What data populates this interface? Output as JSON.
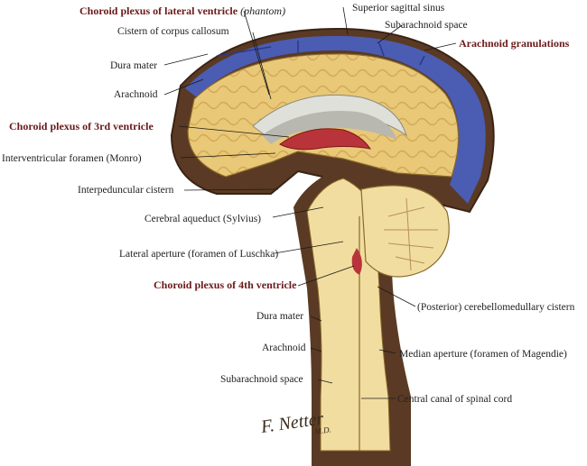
{
  "labels": {
    "choroid_lateral": "Choroid plexus of lateral ventricle",
    "choroid_lateral_note": "phantom",
    "superior_sagittal_sinus": "Superior sagittal sinus",
    "subarachnoid_space_top": "Subarachnoid space",
    "arachnoid_granulations": "Arachnoid granulations",
    "cistern_corpus_callosum": "Cistern of corpus callosum",
    "dura_mater_top": "Dura mater",
    "arachnoid_top": "Arachnoid",
    "choroid_3rd": "Choroid plexus of 3rd ventricle",
    "interventricular_foramen": "Interventricular foramen (Monro)",
    "interpeduncular_cistern": "Interpeduncular cistern",
    "cerebral_aqueduct": "Cerebral aqueduct (Sylvius)",
    "lateral_aperture": "Lateral aperture (foramen of Luschka)",
    "choroid_4th": "Choroid plexus of 4th ventricle",
    "posterior_cistern": "(Posterior) cerebellomedullary cistern",
    "dura_mater_bottom": "Dura mater",
    "arachnoid_bottom": "Arachnoid",
    "median_aperture": "Median aperture (foramen of Magendie)",
    "subarachnoid_space_bottom": "Subarachnoid space",
    "central_canal": "Central canal of spinal cord"
  },
  "signature": {
    "name": "F. Netter",
    "suffix": "M.D."
  },
  "colors": {
    "csf_blue": "#4a5fc0",
    "dura": "#5a3a24",
    "brain": "#e9c877",
    "brain_dark": "#c89c4a",
    "choroid": "#b8343a",
    "highlight_label": "#6b1a1a"
  }
}
